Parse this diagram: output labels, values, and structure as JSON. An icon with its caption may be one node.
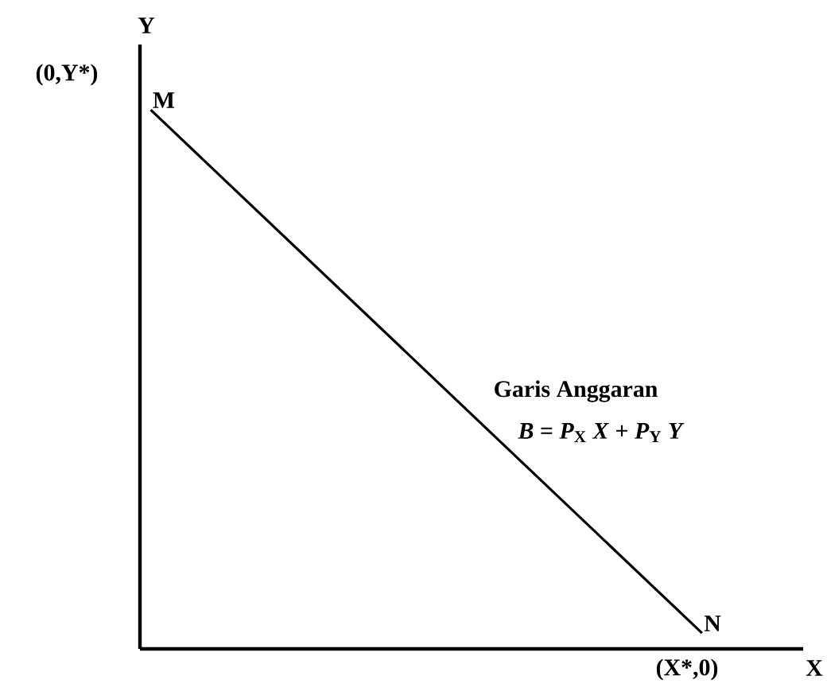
{
  "diagram": {
    "nodes": [
      {
        "text": [
          "M"
        ],
        "beside": [
          "(0,Y*)"
        ]
      },
      {
        "text": [
          "N"
        ],
        "beside": [
          "(X*,0)"
        ]
      }
    ],
    "edges": [
      {
        "from": 0,
        "to": 1,
        "arrow": "none"
      }
    ],
    "labels": [
      "Y",
      "X",
      "Garis Anggaran",
      "*B* = *P*$_{X}$ *X* + *P*$_{Y}$ *Y*"
    ]
  }
}
